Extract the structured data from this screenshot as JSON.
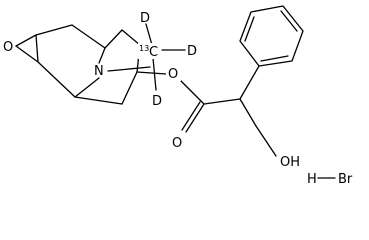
{
  "molecule": {
    "atoms": {
      "epoxide_oxygen": "O",
      "nitrogen": "N",
      "carbon_label": "C",
      "carbon_isotope": "13",
      "deuterium_top": "D",
      "deuterium_right": "D",
      "deuterium_bottom": "D",
      "ester_oxygen": "O",
      "carbonyl_oxygen": "O",
      "hydroxyl": "OH"
    },
    "salt": {
      "hydrogen": "H",
      "bromine": "Br"
    }
  },
  "colors": {
    "bond": "#000000",
    "label": "#000000",
    "background": "#ffffff"
  }
}
